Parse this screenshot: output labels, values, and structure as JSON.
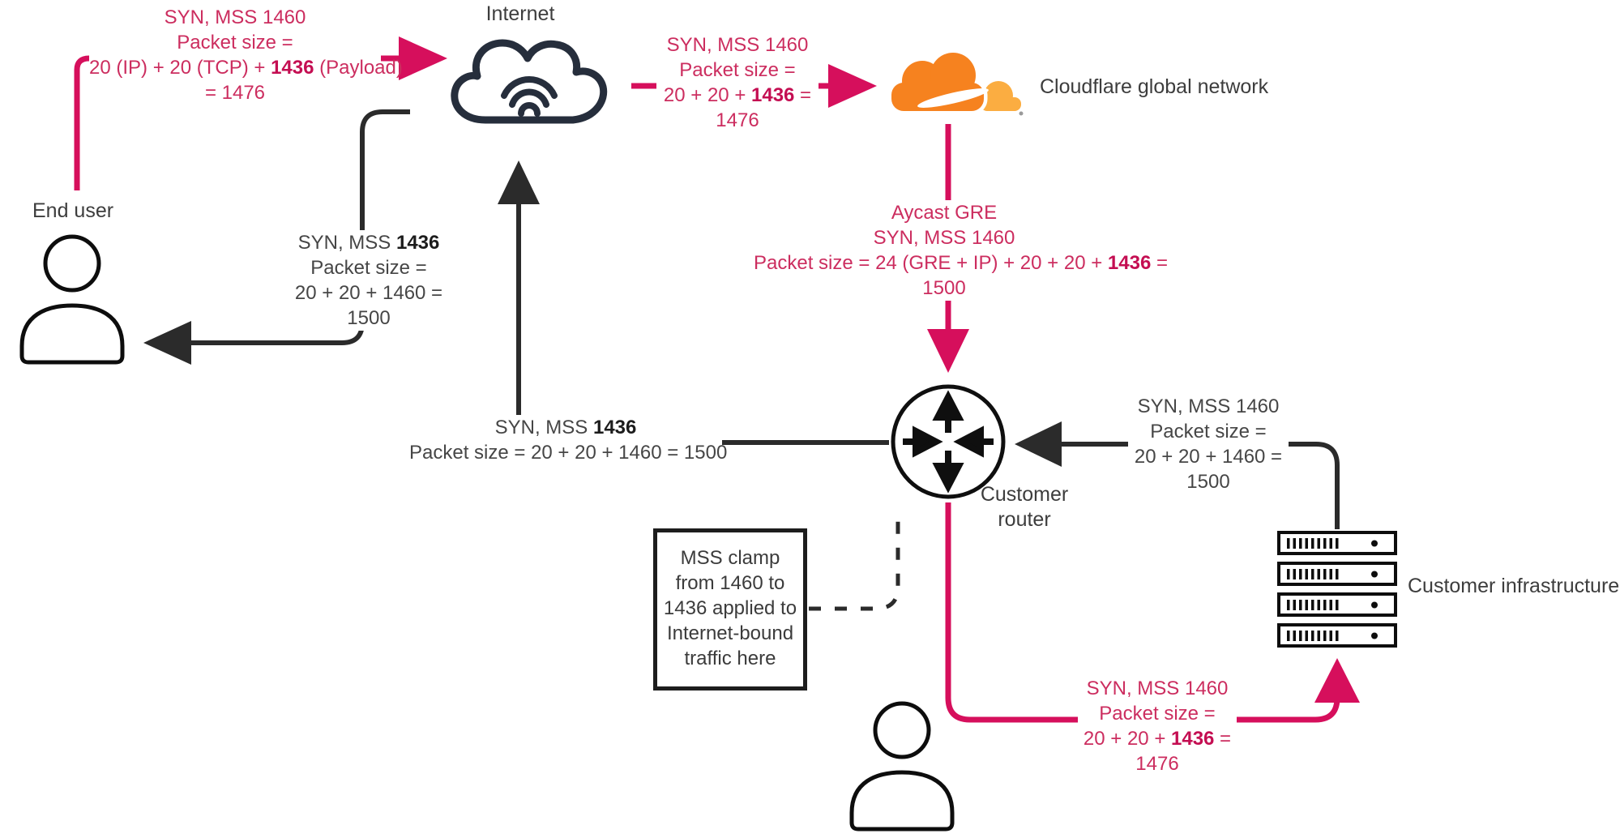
{
  "nodes": {
    "internet": {
      "label": "Internet"
    },
    "cloudflare": {
      "label": "Cloudflare global network"
    },
    "end_user": {
      "label": "End user"
    },
    "router": {
      "line1": "Customer",
      "line2": "router"
    },
    "infrastructure": {
      "label": "Customer infrastructure"
    },
    "clamp_note": {
      "l1": "MSS clamp",
      "l2": "from 1460 to",
      "l3": "1436 applied to",
      "l4": "Internet-bound",
      "l5": "traffic here"
    }
  },
  "edges": {
    "user_to_internet": {
      "l1": "SYN, MSS 1460",
      "l2": "Packet size =",
      "l3_pre": "20 (IP) + 20 (TCP) + ",
      "l3_bold": "1436",
      "l3_post": " (Payload)",
      "l4": "= 1476"
    },
    "internet_to_cloudflare": {
      "l1": "SYN, MSS 1460",
      "l2": "Packet size =",
      "l3_pre": "20 + 20 + ",
      "l3_bold": "1436",
      "l3_post": " =",
      "l4": "1476"
    },
    "cloudflare_to_router": {
      "l1": "Aycast GRE",
      "l2": "SYN, MSS 1460",
      "l3_pre": "Packet size = 24 (GRE + IP) + 20 + 20 + ",
      "l3_bold": "1436",
      "l3_post": " =",
      "l4": "1500"
    },
    "internet_to_user": {
      "l1_pre": "SYN, MSS ",
      "l1_bold": "1436",
      "l2": "Packet size =",
      "l3": "20 + 20 + 1460 =",
      "l4": "1500"
    },
    "router_to_internet": {
      "l1_pre": "SYN, MSS ",
      "l1_bold": "1436",
      "l2": "Packet size = 20 + 20 + 1460 = 1500"
    },
    "infra_to_router": {
      "l1": "SYN, MSS 1460",
      "l2": "Packet size =",
      "l3": "20 + 20 + 1460 =",
      "l4": "1500"
    },
    "router_to_infra": {
      "l1": "SYN, MSS 1460",
      "l2": "Packet size =",
      "l3_pre": "20 + 20 + ",
      "l3_bold": "1436",
      "l3_post": " =",
      "l4": "1476"
    }
  },
  "icons": {
    "internet": "cloud-wifi-icon",
    "cloudflare": "cloudflare-logo",
    "end_user": "person-icon",
    "remote_user": "person-icon",
    "router": "router-crossed-arrows-icon",
    "infrastructure": "server-rack-icon"
  },
  "colors": {
    "pink_line": "#d60f5c",
    "pink_text": "#cc2d5f",
    "pink_bold": "#c40e52",
    "dark_line": "#2b2b2b",
    "gray_text": "#464646",
    "dark_bold": "#1c1c1c",
    "cloud_outline": "#262e3c",
    "cloudflare_orange": "#f6821f",
    "cloudflare_light_orange": "#fbad41"
  }
}
